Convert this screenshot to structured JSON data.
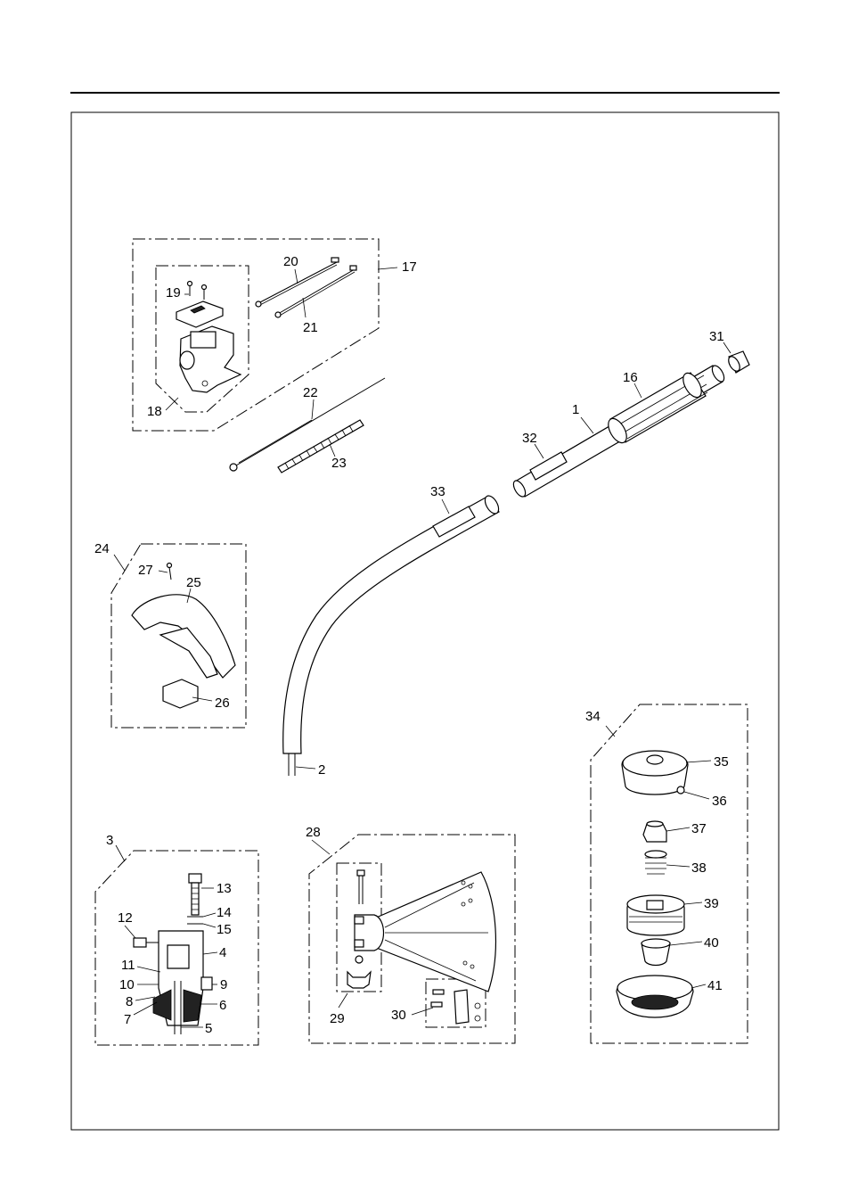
{
  "callouts": [
    {
      "id": "c1",
      "text": "1"
    },
    {
      "id": "c2",
      "text": "2"
    },
    {
      "id": "c3",
      "text": "3"
    },
    {
      "id": "c4",
      "text": "4"
    },
    {
      "id": "c5",
      "text": "5"
    },
    {
      "id": "c6",
      "text": "6"
    },
    {
      "id": "c7",
      "text": "7"
    },
    {
      "id": "c8",
      "text": "8"
    },
    {
      "id": "c9",
      "text": "9"
    },
    {
      "id": "c10",
      "text": "10"
    },
    {
      "id": "c11",
      "text": "11"
    },
    {
      "id": "c12",
      "text": "12"
    },
    {
      "id": "c13",
      "text": "13"
    },
    {
      "id": "c14",
      "text": "14"
    },
    {
      "id": "c15",
      "text": "15"
    },
    {
      "id": "c16",
      "text": "16"
    },
    {
      "id": "c17",
      "text": "17"
    },
    {
      "id": "c18",
      "text": "18"
    },
    {
      "id": "c19",
      "text": "19"
    },
    {
      "id": "c20",
      "text": "20"
    },
    {
      "id": "c21",
      "text": "21"
    },
    {
      "id": "c22",
      "text": "22"
    },
    {
      "id": "c23",
      "text": "23"
    },
    {
      "id": "c24",
      "text": "24"
    },
    {
      "id": "c25",
      "text": "25"
    },
    {
      "id": "c26",
      "text": "26"
    },
    {
      "id": "c27",
      "text": "27"
    },
    {
      "id": "c28",
      "text": "28"
    },
    {
      "id": "c29",
      "text": "29"
    },
    {
      "id": "c30",
      "text": "30"
    },
    {
      "id": "c31",
      "text": "31"
    },
    {
      "id": "c32",
      "text": "32"
    },
    {
      "id": "c33",
      "text": "33"
    },
    {
      "id": "c34",
      "text": "34"
    },
    {
      "id": "c35",
      "text": "35"
    },
    {
      "id": "c36",
      "text": "36"
    },
    {
      "id": "c37",
      "text": "37"
    },
    {
      "id": "c38",
      "text": "38"
    },
    {
      "id": "c39",
      "text": "39"
    },
    {
      "id": "c40",
      "text": "40"
    },
    {
      "id": "c41",
      "text": "41"
    }
  ],
  "colors": {
    "ink": "#000000",
    "paper": "#ffffff"
  }
}
